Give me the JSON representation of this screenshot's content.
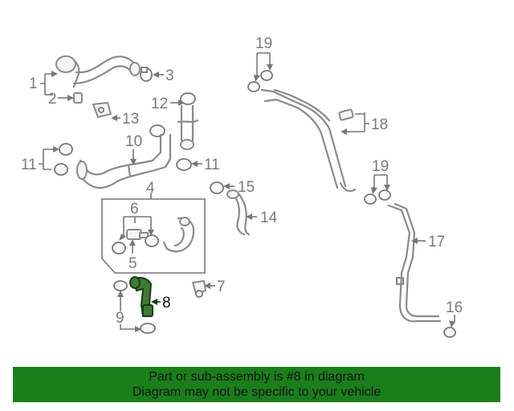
{
  "callouts": {
    "c1": "1",
    "c2": "2",
    "c3": "3",
    "c4": "4",
    "c5": "5",
    "c6": "6",
    "c7": "7",
    "c8": "8",
    "c9": "9",
    "c10": "10",
    "c11a": "11",
    "c11b": "11",
    "c12": "12",
    "c13": "13",
    "c14": "14",
    "c15": "15",
    "c16": "16",
    "c17": "17",
    "c18": "18",
    "c19a": "19",
    "c19b": "19"
  },
  "highlighted_part": "8",
  "colors": {
    "highlight": "#3f7a34",
    "banner": "#1a7f1a",
    "line": "#8a8a8a"
  },
  "banner": {
    "line1": "Part or sub-assembly is #8 in diagram",
    "line2": "Diagram may not be specific to your vehicle"
  }
}
